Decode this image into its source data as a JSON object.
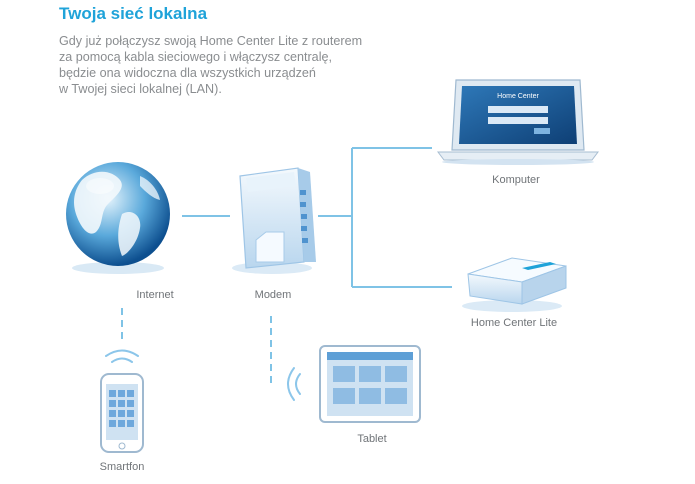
{
  "title": "Twoja sieć lokalna",
  "intro_lines": [
    "Gdy już połączysz swoją Home Center Lite z routerem",
    "za pomocą kabla sieciowego i włączysz centralę,",
    "będzie ona widoczna dla wszystkich urządzeń",
    "w Twojej sieci lokalnej (LAN)."
  ],
  "nodes": {
    "internet": "Internet",
    "modem": "Modem",
    "computer": "Komputer",
    "home_center": "Home Center Lite",
    "tablet": "Tablet",
    "smartphone": "Smartfon"
  },
  "laptop_screen_text": "Home Center",
  "colors": {
    "accent": "#1fa3d9",
    "line": "#7fc3e6",
    "device": "#cfe2f2"
  }
}
